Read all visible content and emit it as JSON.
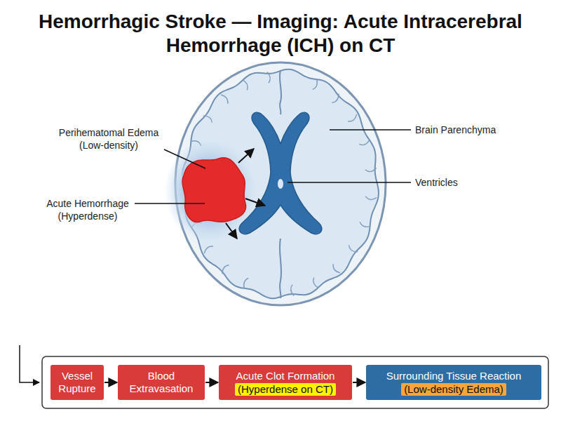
{
  "diagram": {
    "title": "Hemorrhagic Stroke — Imaging: Acute Intracerebral Hemorrhage (ICH) on CT",
    "nodes": [
      {
        "text": [
          "Vessel Rupture"
        ]
      },
      {
        "text": [
          "Blood Extravasation"
        ]
      },
      {
        "text": [
          "Acute Clot Formation",
          "(Hyperdense on CT)"
        ]
      },
      {
        "text": [
          "Surrounding Tissue Reaction",
          "(Low-density Edema)"
        ]
      }
    ],
    "edges": [
      {
        "from": 0,
        "to": 1,
        "arrow": "to"
      },
      {
        "from": 1,
        "to": 2,
        "arrow": "to"
      },
      {
        "from": 2,
        "to": 3,
        "arrow": "to"
      }
    ],
    "labels": [
      "Perihematomal Edema (Low-density)",
      "Acute Hemorrhage (Hyperdense)",
      "Brain Parenchyma",
      "Ventricles"
    ]
  }
}
